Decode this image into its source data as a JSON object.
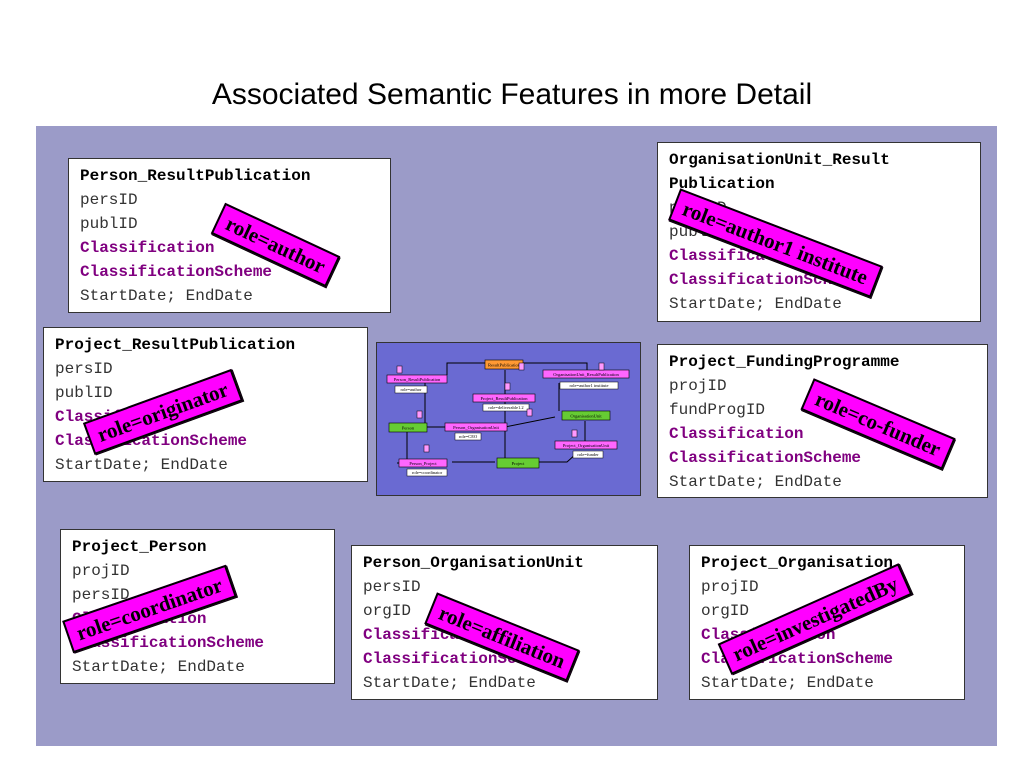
{
  "slide": {
    "title": "Associated Semantic Features in more Detail"
  },
  "boxes": {
    "person_result": {
      "lines": [
        "Person_ResultPublication",
        "persID",
        "publID",
        "Classification",
        "ClassificationScheme",
        "StartDate; EndDate"
      ],
      "role": "role=author"
    },
    "org_result": {
      "lines": [
        "OrganisationUnit_Result",
        "Publication",
        "persID",
        "publID",
        "Classification",
        "ClassificationScheme",
        "StartDate; EndDate"
      ],
      "role": "role=author1 institute"
    },
    "project_result": {
      "lines": [
        "Project_ResultPublication",
        "persID",
        "publID",
        "Classification",
        "ClassificationScheme",
        "StartDate; EndDate"
      ],
      "role": "role=originator"
    },
    "project_funding": {
      "lines": [
        "Project_FundingProgramme",
        "projID",
        "fundProgID",
        "Classification",
        "ClassificationScheme",
        "StartDate; EndDate"
      ],
      "role": "role=co-funder"
    },
    "project_person": {
      "lines": [
        "Project_Person",
        "projID",
        "persID",
        "Classification",
        "ClassificationScheme",
        "StartDate; EndDate"
      ],
      "role": "role=coordinator"
    },
    "person_org": {
      "lines": [
        "Person_OrganisationUnit",
        "persID",
        "orgID",
        "Classification",
        "ClassificationScheme",
        "StartDate; EndDate"
      ],
      "role": "role=affiliation"
    },
    "project_org": {
      "lines": [
        "Project_Organisation",
        "projID",
        "orgID",
        "Classification",
        "ClassificationScheme",
        "StartDate; EndDate"
      ],
      "role": "role=investigatedBy"
    }
  },
  "diagram": {
    "nodes": [
      "ResultPublication",
      "Person_ResultPublication",
      "OrganisationUnit_ResultPublication",
      "Project_ResultPublication",
      "OrganisationUnit",
      "Person",
      "Person_OrganisationUnit",
      "Project_OrganisationUnit",
      "Person_Project",
      "Project"
    ],
    "roles": [
      "role=author",
      "role=author1 institute",
      "role=deliverable1.2",
      "role=CEO",
      "role=funder",
      "role=coordinator"
    ]
  },
  "colors": {
    "panel": "#9b9bc8",
    "role_tag": "#ff00ff",
    "classification_text": "#800080",
    "diagram_bg": "#6a6ad2"
  }
}
